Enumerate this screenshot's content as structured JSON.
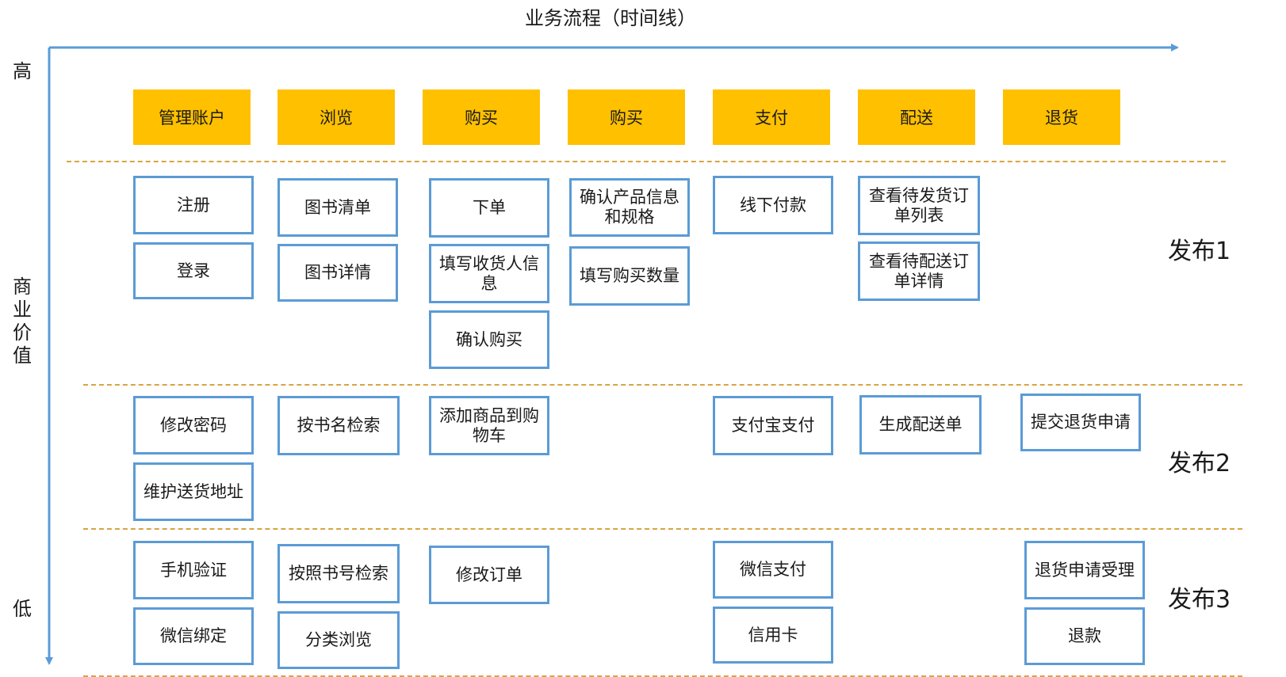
{
  "x_axis_title": "业务流程（时间线）",
  "y_axis": {
    "high": "高",
    "low": "低",
    "label_chars": [
      "商",
      "业",
      "价",
      "值"
    ]
  },
  "stages": [
    "管理账户",
    "浏览",
    "购买",
    "购买",
    "支付",
    "配送",
    "退货"
  ],
  "releases": [
    "发布1",
    "发布2",
    "发布3"
  ],
  "cards": {
    "r1_c1_a": "注册",
    "r1_c1_b": "登录",
    "r1_c2_a": "图书清单",
    "r1_c2_b": "图书详情",
    "r1_c3_a": "下单",
    "r1_c3_b": "填写收货人信息",
    "r1_c3_c": "确认购买",
    "r1_c4_a": "确认产品信息和规格",
    "r1_c4_b": "填写购买数量",
    "r1_c5_a": "线下付款",
    "r1_c6_a": "查看待发货订单列表",
    "r1_c6_b": "查看待配送订单详情",
    "r2_c1_a": "修改密码",
    "r2_c1_b": "维护送货地址",
    "r2_c2_a": "按书名检索",
    "r2_c3_a": "添加商品到购物车",
    "r2_c5_a": "支付宝支付",
    "r2_c6_a": "生成配送单",
    "r2_c7_a": "提交退货申请",
    "r3_c1_a": "手机验证",
    "r3_c1_b": "微信绑定",
    "r3_c2_a": "按照书号检索",
    "r3_c2_b": "分类浏览",
    "r3_c3_a": "修改订单",
    "r3_c5_a": "微信支付",
    "r3_c5_b": "信用卡",
    "r3_c7_a": "退货申请受理",
    "r3_c7_b": "退款"
  },
  "colors": {
    "header_fill": "#ffc000",
    "card_border": "#5b9bd5",
    "axis": "#5b9bd5",
    "divider": "#d9a441"
  }
}
